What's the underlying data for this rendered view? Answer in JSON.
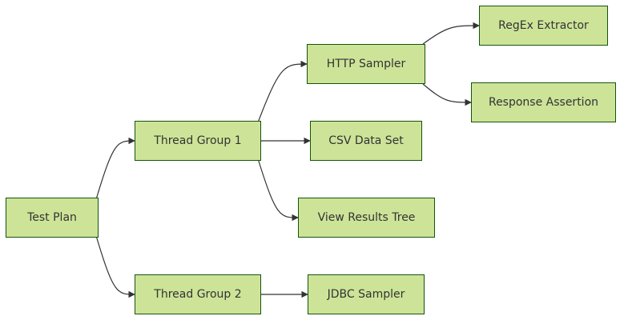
{
  "diagram": {
    "type": "flowchart",
    "direction": "left-to-right",
    "colors": {
      "node_fill": "#cde498",
      "node_border": "#13540c",
      "edge": "#333333",
      "text": "#333333"
    },
    "nodes": {
      "test_plan": "Test Plan",
      "thread_group_1": "Thread Group 1",
      "thread_group_2": "Thread Group 2",
      "http_sampler": "HTTP Sampler",
      "csv_data_set": "CSV Data Set",
      "view_results_tree": "View Results Tree",
      "jdbc_sampler": "JDBC Sampler",
      "regex_extractor": "RegEx Extractor",
      "response_assertion": "Response Assertion"
    },
    "edges": [
      {
        "from": "test_plan",
        "to": "thread_group_1"
      },
      {
        "from": "test_plan",
        "to": "thread_group_2"
      },
      {
        "from": "thread_group_1",
        "to": "http_sampler"
      },
      {
        "from": "thread_group_1",
        "to": "csv_data_set"
      },
      {
        "from": "thread_group_1",
        "to": "view_results_tree"
      },
      {
        "from": "thread_group_2",
        "to": "jdbc_sampler"
      },
      {
        "from": "http_sampler",
        "to": "regex_extractor"
      },
      {
        "from": "http_sampler",
        "to": "response_assertion"
      }
    ]
  }
}
